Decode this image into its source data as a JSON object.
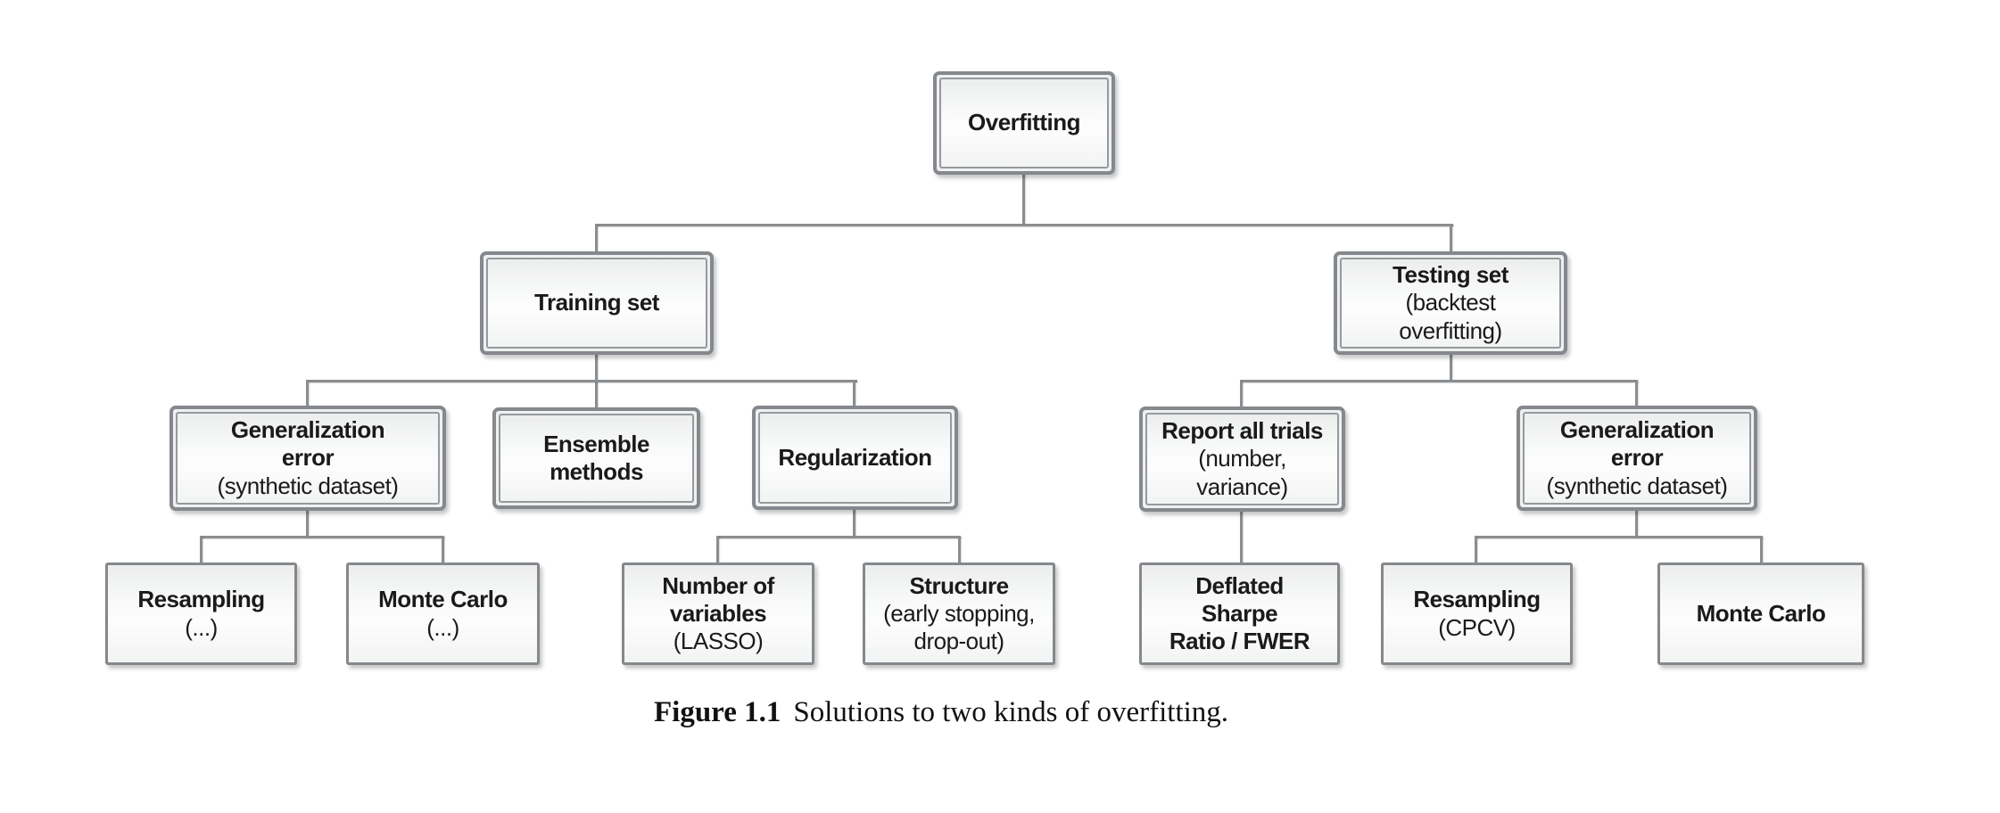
{
  "figure": {
    "caption_label": "Figure 1.1",
    "caption_text": "Solutions to two kinds of overfitting."
  },
  "nodes": {
    "overfitting": {
      "title": "Overfitting"
    },
    "training_set": {
      "title": "Training set"
    },
    "testing_set": {
      "title": "Testing set",
      "subtitle": "(backtest\noverfitting)"
    },
    "generalization_error_training": {
      "title": "Generalization\nerror",
      "subtitle": "(synthetic dataset)"
    },
    "ensemble_methods": {
      "title": "Ensemble\nmethods"
    },
    "regularization": {
      "title": "Regularization"
    },
    "report_all_trials": {
      "title": "Report all trials",
      "subtitle": "(number,\nvariance)"
    },
    "generalization_error_testing": {
      "title": "Generalization\nerror",
      "subtitle": "(synthetic dataset)"
    },
    "resampling_training": {
      "title": "Resampling",
      "subtitle": "(...)"
    },
    "monte_carlo_training": {
      "title": "Monte Carlo",
      "subtitle": "(...)"
    },
    "number_of_variables": {
      "title": "Number of\nvariables",
      "subtitle": "(LASSO)"
    },
    "structure": {
      "title": "Structure",
      "subtitle": "(early stopping,\ndrop-out)"
    },
    "deflated_sharpe_ratio": {
      "title": "Deflated\nSharpe\nRatio / FWER"
    },
    "resampling_cpcv": {
      "title": "Resampling",
      "subtitle": "(CPCV)"
    },
    "monte_carlo_testing": {
      "title": "Monte Carlo"
    }
  },
  "colors": {
    "box_border": "#85888c",
    "inner_border": "#97999c",
    "connector": "#8b8e90",
    "text": "#1a1a1a",
    "background": "#ffffff"
  }
}
